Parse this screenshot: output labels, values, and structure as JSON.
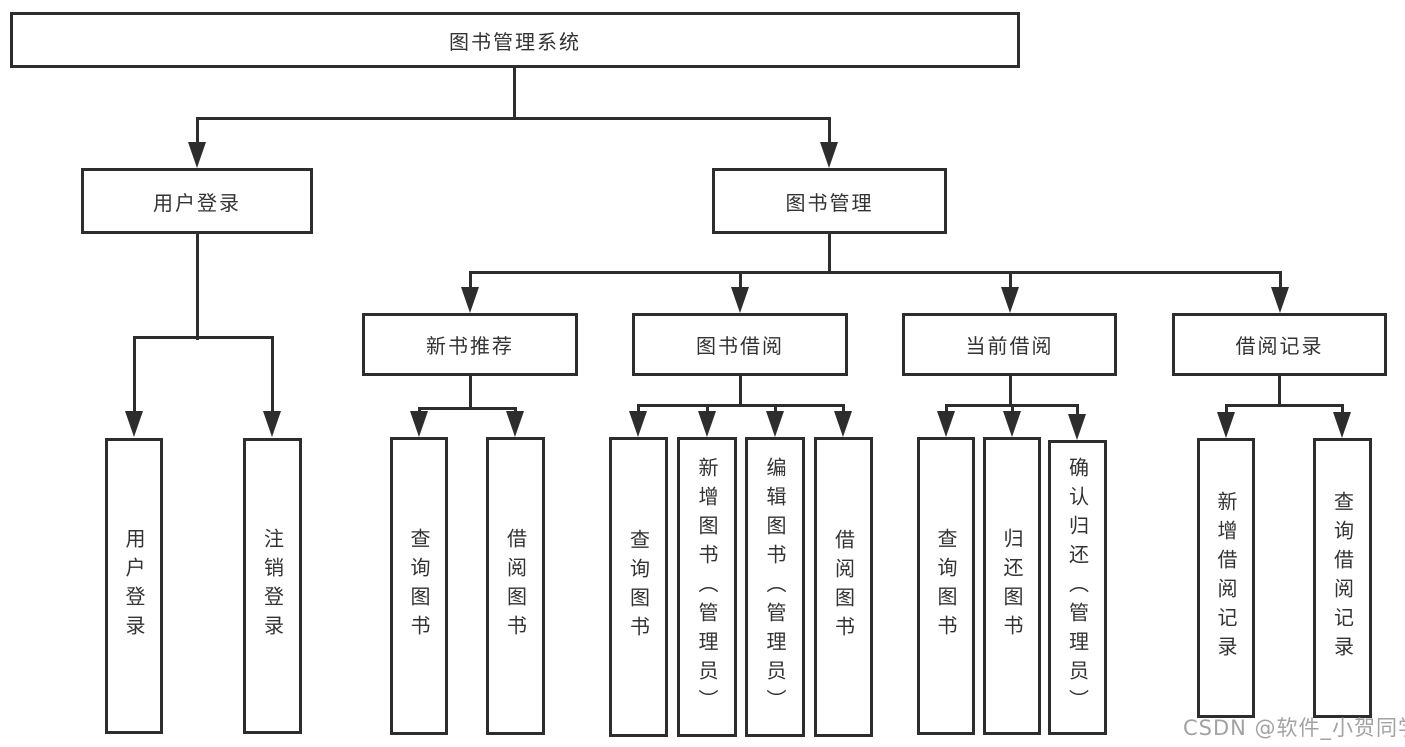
{
  "diagram_title": "图书管理系统",
  "tree": {
    "label": "图书管理系统",
    "children": [
      {
        "label": "用户登录",
        "children": [
          {
            "label": "用户登录"
          },
          {
            "label": "注销登录"
          }
        ]
      },
      {
        "label": "图书管理",
        "children": [
          {
            "label": "新书推荐",
            "children": [
              {
                "label": "查询图书"
              },
              {
                "label": "借阅图书"
              }
            ]
          },
          {
            "label": "图书借阅",
            "children": [
              {
                "label": "查询图书"
              },
              {
                "label": "新增图书（管理员）"
              },
              {
                "label": "编辑图书（管理员）"
              },
              {
                "label": "借阅图书"
              }
            ]
          },
          {
            "label": "当前借阅",
            "children": [
              {
                "label": "查询图书"
              },
              {
                "label": "归还图书"
              },
              {
                "label": "确认归还（管理员）"
              }
            ]
          },
          {
            "label": "借阅记录",
            "children": [
              {
                "label": "新增借阅记录"
              },
              {
                "label": "查询借阅记录"
              }
            ]
          }
        ]
      }
    ]
  },
  "watermark": {
    "text": "CSDN @软件_小贺同学"
  },
  "colors": {
    "line": "#2d2d2d",
    "text": "#333333",
    "background": "#ffffff",
    "watermark": "#9a9a9a"
  }
}
